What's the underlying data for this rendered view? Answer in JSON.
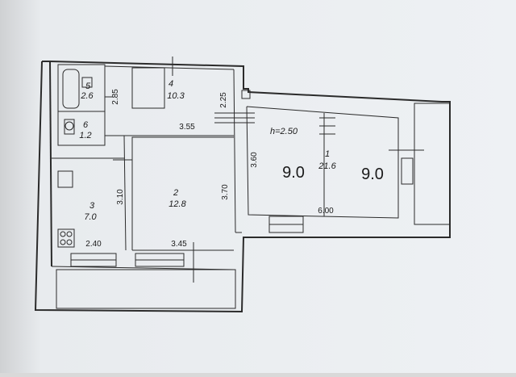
{
  "rooms": [
    {
      "number": "5",
      "area": "2.6"
    },
    {
      "number": "4",
      "area": "10.3"
    },
    {
      "number": "6",
      "area": "1.2"
    },
    {
      "number": "3",
      "area": "7.0"
    },
    {
      "number": "2",
      "area": "12.8"
    },
    {
      "number": "1",
      "area": "21.6"
    }
  ],
  "dimensions": {
    "d285": "2.85",
    "d225": "2.25",
    "d355": "3.55",
    "d310": "3.10",
    "d370": "3.70",
    "d240": "2.40",
    "d345": "3.45",
    "d360": "3.60",
    "d600": "6.00"
  },
  "ceiling_height": "h=2.50",
  "overlay_areas": [
    "9.0",
    "9.0"
  ],
  "colors": {
    "paper": "#eef1f4",
    "ink": "#2b2b2b",
    "shadow": "#d9d9d9"
  }
}
